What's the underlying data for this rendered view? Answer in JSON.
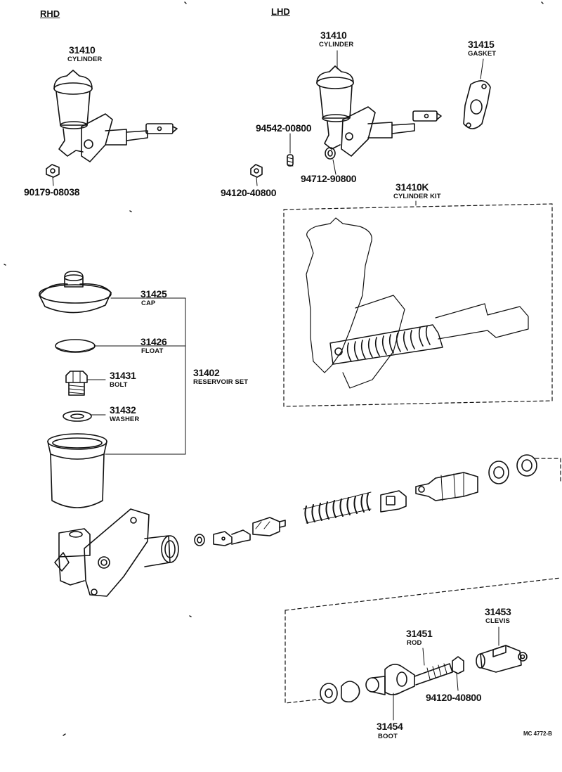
{
  "headers": {
    "rhd": "RHD",
    "lhd": "LHD"
  },
  "rhd": {
    "cylinder": {
      "number": "31410",
      "name": "CYLINDER"
    },
    "nut": {
      "number": "90179-08038"
    }
  },
  "lhd": {
    "cylinder": {
      "number": "31410",
      "name": "CYLINDER"
    },
    "gasket": {
      "number": "31415",
      "name": "GASKET"
    },
    "spring_pin": {
      "number": "94542-00800"
    },
    "nut": {
      "number": "94120-40800"
    },
    "washer": {
      "number": "94712-90800"
    }
  },
  "kit": {
    "number": "31410K",
    "name": "CYLINDER KIT"
  },
  "reservoir": {
    "cap": {
      "number": "31425",
      "name": "CAP"
    },
    "float": {
      "number": "31426",
      "name": "FLOAT"
    },
    "bolt": {
      "number": "31431",
      "name": "BOLT"
    },
    "washer": {
      "number": "31432",
      "name": "WASHER"
    },
    "set": {
      "number": "31402",
      "name": "RESERVOIR SET"
    }
  },
  "pushrod": {
    "clevis": {
      "number": "31453",
      "name": "CLEVIS"
    },
    "rod": {
      "number": "31451",
      "name": "ROD"
    },
    "nut": {
      "number": "94120-40800"
    },
    "boot": {
      "number": "31454",
      "name": "BOOT"
    }
  },
  "figure_code": "MC 4772-B",
  "icons": [
    "master-cylinder",
    "gasket",
    "nut",
    "spring-pin",
    "washer",
    "reservoir-cap",
    "float",
    "union-bolt",
    "reservoir",
    "cylinder-body",
    "piston",
    "spring",
    "clevis",
    "boot",
    "push-rod"
  ]
}
